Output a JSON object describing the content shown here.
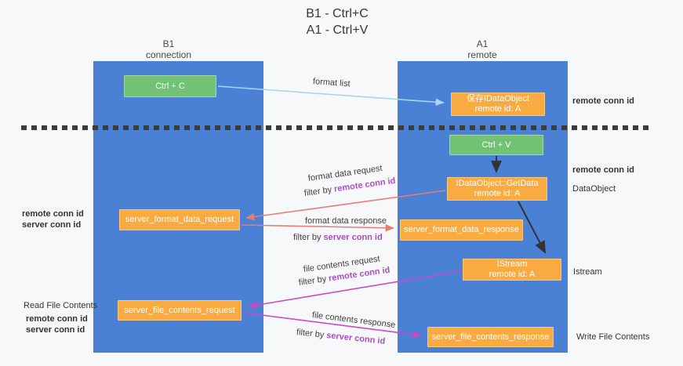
{
  "title": {
    "line1": "B1 - Ctrl+C",
    "line2": "A1 - Ctrl+V"
  },
  "lanes": {
    "b1": {
      "name": "B1",
      "subtitle": "connection"
    },
    "a1": {
      "name": "A1",
      "subtitle": "remote"
    }
  },
  "nodes": {
    "ctrl_c": {
      "label": "Ctrl + C"
    },
    "save_dataobject": {
      "line1": "保存IDataObject",
      "line2": "remote id: A"
    },
    "ctrl_v": {
      "label": "Ctrl + V"
    },
    "getdata": {
      "line1": "IDataObject::GetData",
      "line2": "remote id: A"
    },
    "format_request": {
      "label": "server_format_data_request"
    },
    "format_response": {
      "label": "server_format_data_response"
    },
    "istream": {
      "line1": "IStream",
      "line2": "remote id: A"
    },
    "file_request": {
      "label": "server_file_contents_request"
    },
    "file_response": {
      "label": "server_file_contents_response"
    }
  },
  "arrow_labels": {
    "format_list": "format list",
    "format_data_request": "format data request",
    "format_data_response": "format data response",
    "file_contents_request": "file contents request",
    "file_contents_response": "file contents response",
    "filter_by": "filter by ",
    "remote_conn_id": "remote conn id",
    "server_conn_id": "server conn id"
  },
  "side_labels": {
    "remote_conn_id_right_1": "remote conn id",
    "remote_conn_id_right_2": "remote conn id",
    "dataobject": "DataObject",
    "istream": "Istream",
    "write_file_contents": "Write File Contents",
    "read_file_contents": "Read File Contents",
    "remote_conn_id_left_1": "remote conn id",
    "server_conn_id_left_1": "server conn id",
    "remote_conn_id_left_2": "remote conn id",
    "server_conn_id_left_2": "server conn id"
  },
  "colors": {
    "background": "#f7f8f9",
    "lane_blue": "#4a81d4",
    "node_green": "#72c276",
    "node_orange": "#f9ab42",
    "purple_label": "#a94fc3",
    "green_label": "#56b464",
    "salmon_arrow": "#e57d76",
    "magenta_arrow": "#c94bc4",
    "lightblue_arrow": "#a9d3f2",
    "black_arrow": "#333333",
    "dashed_separator": "#3b3b3b"
  }
}
